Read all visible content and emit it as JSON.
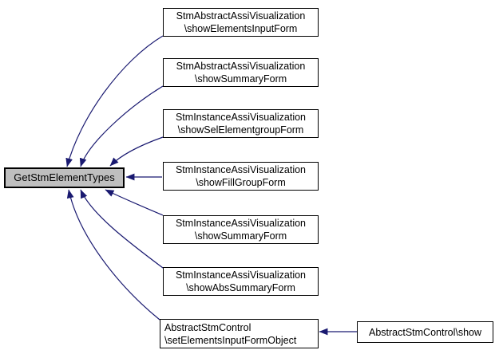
{
  "colors": {
    "edge": "#191970",
    "node_border": "#000000",
    "node_fill": "#ffffff",
    "highlight_fill": "#bfbfbf",
    "text": "#000000",
    "background": "#ffffff"
  },
  "graph": {
    "type": "caller-graph",
    "focus": {
      "label": "GetStmElementTypes"
    },
    "callers": [
      {
        "label": "StmAbstractAssiVisualization\n\\showElementsInputForm"
      },
      {
        "label": "StmAbstractAssiVisualization\n\\showSummaryForm"
      },
      {
        "label": "StmInstanceAssiVisualization\n\\showSelElementgroupForm"
      },
      {
        "label": "StmInstanceAssiVisualization\n\\showFillGroupForm"
      },
      {
        "label": "StmInstanceAssiVisualization\n\\showSummaryForm"
      },
      {
        "label": "StmInstanceAssiVisualization\n\\showAbsSummaryForm"
      },
      {
        "label": "AbstractStmControl\n\\setElementsInputFormObject"
      }
    ],
    "indirect": [
      {
        "label": "AbstractStmControl\\show"
      }
    ]
  }
}
